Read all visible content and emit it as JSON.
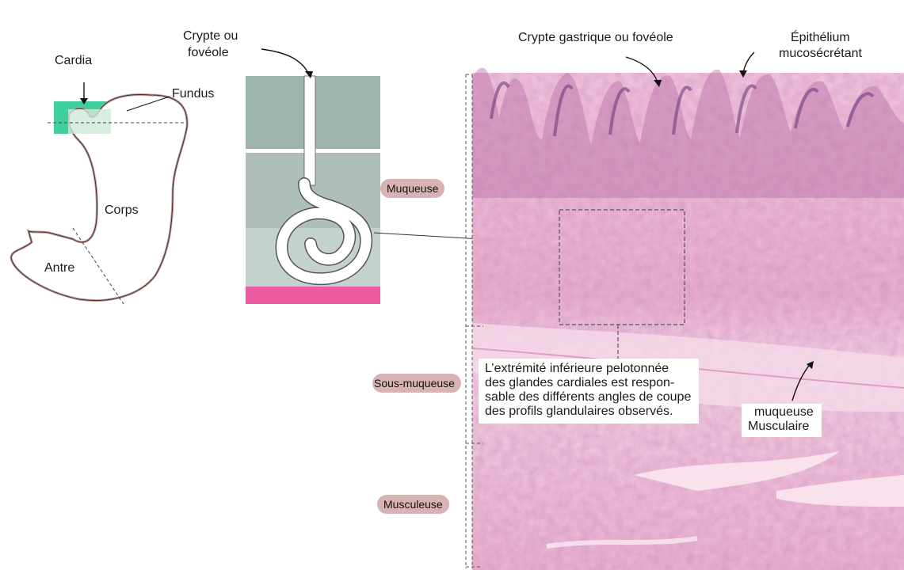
{
  "stomach": {
    "cardia": "Cardia",
    "fundus": "Fundus",
    "corps": "Corps",
    "antre": "Antre"
  },
  "schema": {
    "crypte_line1": "Crypte ou",
    "crypte_line2": "fovéole"
  },
  "micrograph": {
    "crypte_gastrique": "Crypte gastrique ou fovéole",
    "epithelium_line1": "Épithélium",
    "epithelium_line2": "mucosécrétant",
    "layers": {
      "muqueuse": "Muqueuse",
      "sous_muqueuse": "Sous-muqueuse",
      "musculeuse": "Musculeuse"
    },
    "note_lines": [
      "L’extrémité inférieure pelotonnée",
      "des glandes cardiales est respon-",
      "sable des différents angles de coupe",
      "des profils glandulaires observés."
    ],
    "muscularis_line1": "muqueuse",
    "muscularis_line2": "Musculaire"
  },
  "colors": {
    "cardia_highlight": "#3fcf9f",
    "mucosa_grey": "#9db3ad",
    "submucosa_band": "#ea5c9f",
    "tissue_pink": "#e8a7c8",
    "epithelium_purple": "#8a5c96"
  }
}
